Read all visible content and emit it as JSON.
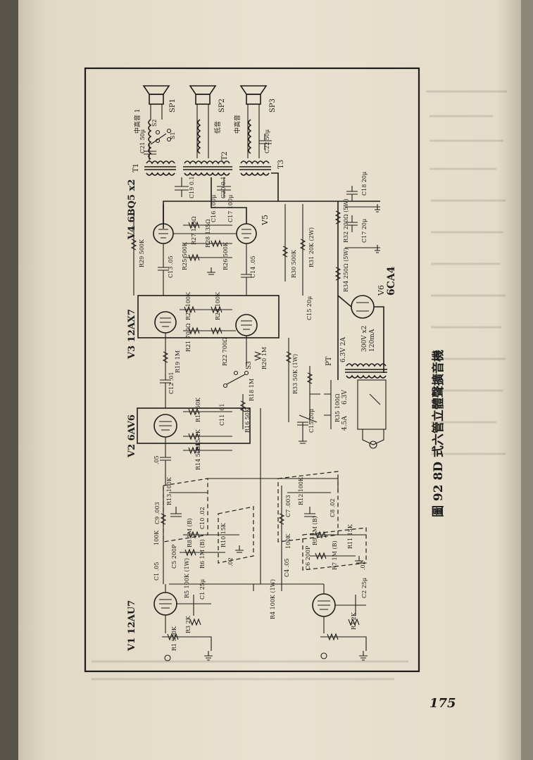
{
  "page_number": "175",
  "caption": "圖 92 8D 式六管立體聲擴音機",
  "tubes": {
    "v1": "V1 12AU7",
    "v2": "V2 6AV6",
    "v3": "V3 12AX7",
    "v4": "V4 6BQ5 x2",
    "v5": "V5",
    "v6": "V6",
    "v6_type": "6CA4"
  },
  "speakers": {
    "sp1": "SP1",
    "sp2": "SP2",
    "sp3": "SP3",
    "mid_high_1": "中高音 1",
    "low": "低音",
    "mid_high_2": "中高音"
  },
  "transformers": {
    "t1": "T1",
    "t2": "T2",
    "t3": "T3",
    "pt": "PT"
  },
  "power": {
    "heater_a": "6.3V 2A",
    "heater_b": "6.3V",
    "current": "4.5A",
    "hv": "300V x2",
    "hv_current": "120mA"
  },
  "components": [
    "C21 50μ",
    "C22 50μ",
    "C19 0.1",
    "C20 0.1",
    "C16 100μ",
    "C17 100μ",
    "R27 135Ω",
    "R28 135Ω",
    "R25 500K",
    "R26 500K",
    "R29 500K",
    "R30 500K",
    "C13 .05",
    "C14 .05",
    "R31 20K (2W)",
    "R32 200Ω (5W)",
    "R34 250Ω (5W)",
    "C18 20μ",
    "C17 20μ",
    "C15 20μ",
    "R23 100K",
    "R24 100K",
    "R21 700Ω",
    "R22 700Ω",
    "R19 1M",
    "R20 1M",
    "S3",
    "C12 .01",
    "R33 50K (1W)",
    "R18 1M",
    "R17 50K",
    "C11 .01",
    "R16 50K",
    "R15 2K",
    "R14 500K",
    ".05",
    "R13 100K",
    "C9 .003",
    "C10 .02",
    "R8 1M (B)",
    "R10 15K",
    "C5 200P",
    "R6 1M (B)",
    ".02",
    "R5 100K (1W)",
    "C1 .05",
    "C1 25μ",
    "R3 2K",
    "R1 500K",
    "R12 100K",
    "C7 .003",
    "C8 .02",
    "R9 1M (B)",
    "R11 15K",
    "C6 200P",
    "R7 1M (B)",
    ".02",
    "R4 100K (1W)",
    "C4 .05",
    "C2 25μ",
    "R2 2K",
    "R35 100Ω",
    "100K",
    "100K",
    "S1",
    "S2",
    "C15 20μ"
  ],
  "colors": {
    "paper": "#e7dfcc",
    "ink": "#1e1d1b",
    "binding": "#3a3632"
  }
}
